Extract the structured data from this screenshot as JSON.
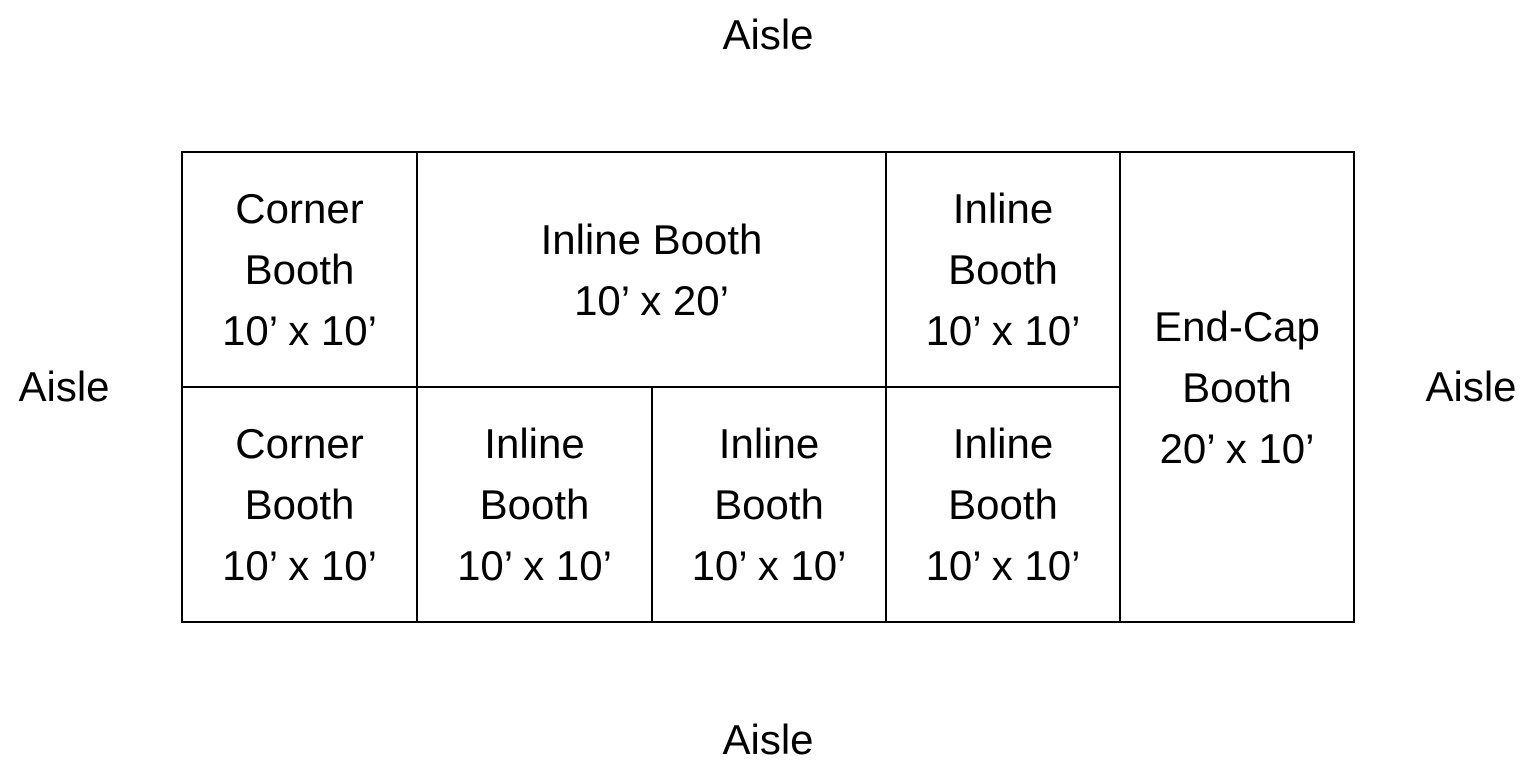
{
  "aisles": {
    "top": "Aisle",
    "bottom": "Aisle",
    "left": "Aisle",
    "right": "Aisle"
  },
  "booths": [
    {
      "name": "Corner Booth",
      "lines": [
        "Corner",
        "Booth",
        "10’ x 10’"
      ]
    },
    {
      "name": "Inline Booth 10x20",
      "lines": [
        "Inline Booth",
        "10’ x 20’"
      ]
    },
    {
      "name": "Inline Booth",
      "lines": [
        "Inline",
        "Booth",
        "10’ x 10’"
      ]
    },
    {
      "name": "End-Cap Booth",
      "lines": [
        "End-Cap",
        "Booth",
        "20’ x 10’"
      ]
    },
    {
      "name": "Corner Booth",
      "lines": [
        "Corner",
        "Booth",
        "10’ x 10’"
      ]
    },
    {
      "name": "Inline Booth",
      "lines": [
        "Inline",
        "Booth",
        "10’ x 10’"
      ]
    },
    {
      "name": "Inline Booth",
      "lines": [
        "Inline",
        "Booth",
        "10’ x 10’"
      ]
    },
    {
      "name": "Inline Booth",
      "lines": [
        "Inline",
        "Booth",
        "10’ x 10’"
      ]
    }
  ]
}
